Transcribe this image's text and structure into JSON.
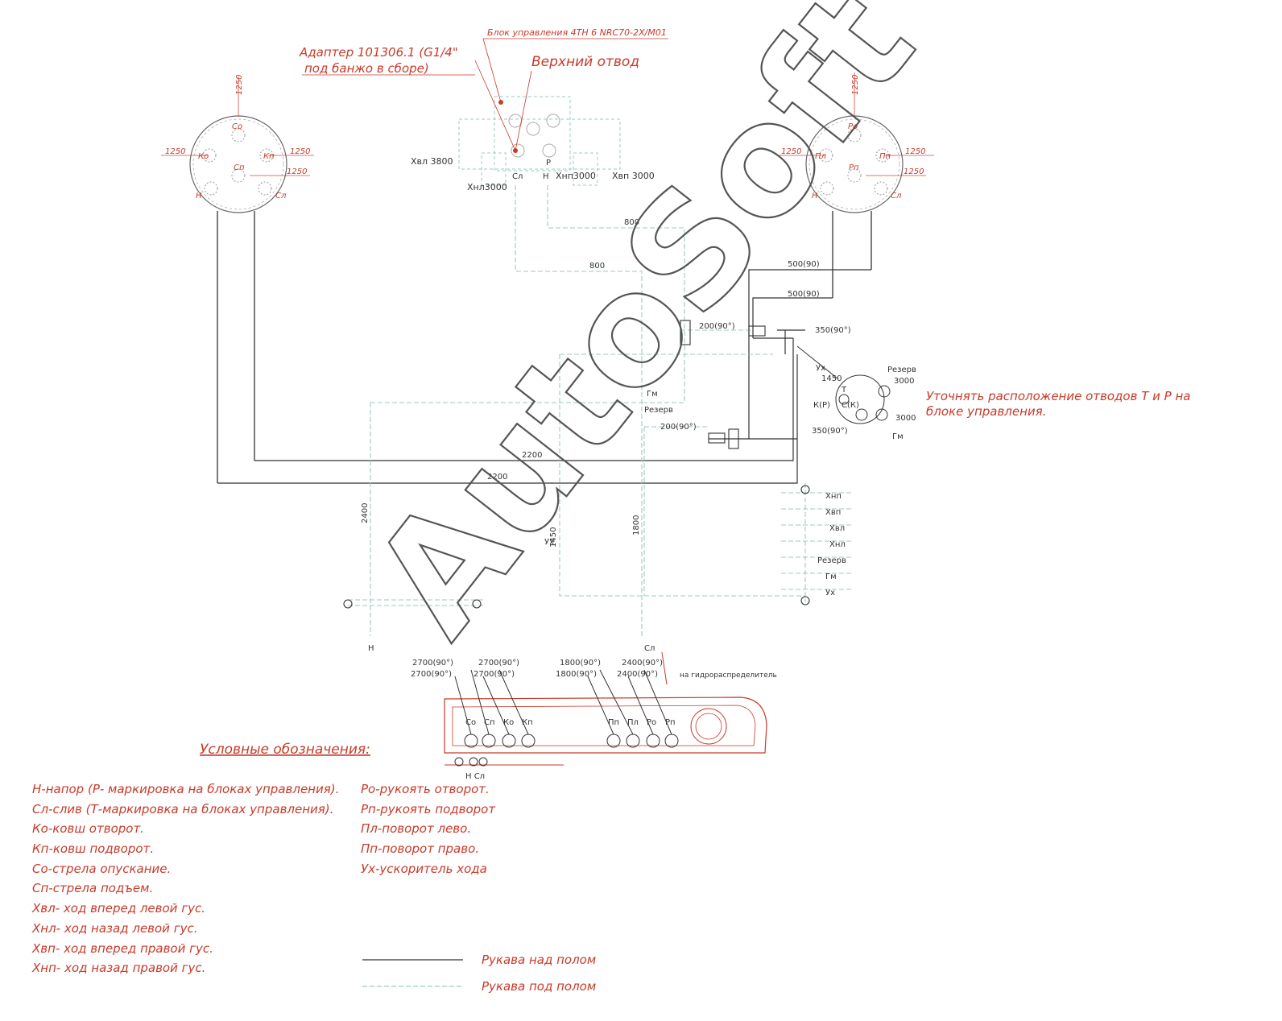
{
  "header": {
    "control_block": "Блок управления 4TH 6 NRC70-2X/M01",
    "adapter_line1": "Адаптер 101306.1 (G1/4\"",
    "adapter_line2": "под банжо в сборе)",
    "upper_outlet": "Верхний отвод"
  },
  "left_unit": {
    "top": "Со",
    "left": "Ко",
    "right": "Кп",
    "center": "Сп",
    "bottom_left": "Н",
    "bottom_right": "Сл",
    "d_top": "1250",
    "d_left": "1250",
    "d_right": "1250",
    "d_right2": "1250"
  },
  "right_unit": {
    "top": "Ро",
    "left": "Пл",
    "right": "Пп",
    "center": "Рп",
    "bottom_left": "Н",
    "bottom_right": "Сл",
    "d_top": "1250",
    "d_left": "1250",
    "d_right": "1250",
    "d_right2": "1250"
  },
  "center_block": {
    "hvl": "Хвл 3800",
    "hnl": "Хнл3000",
    "hnp": "Хнп3000",
    "hvp": "Хвп 3000",
    "sl": "Сл",
    "n": "Н",
    "p": "Р"
  },
  "dims": {
    "d800a": "800",
    "d800b": "800",
    "d500a": "500(90)",
    "d500b": "500(90)",
    "d200a": "200(90°)",
    "d200b": "200(90°)",
    "d350a": "350(90°)",
    "d350b": "350(90°)",
    "d2200a": "2200",
    "d2200b": "2200",
    "d2400": "2400",
    "d1450a": "1450",
    "d1450b": "1450",
    "d1800": "1800",
    "reserve": "Резерв",
    "reserve_len": "3000",
    "gm_len": "3000",
    "gm": "Гм",
    "uh": "Ух",
    "t": "Т",
    "kr": "К(Р)",
    "sk": "С(К)",
    "n_low": "Н",
    "sl_low": "Сл"
  },
  "note": {
    "line1": "Уточнять расположение отводов Т и Р на",
    "line2": "блоке управления."
  },
  "side_tags": [
    "Хнп",
    "Хвп",
    "Хвл",
    "Хнл",
    "Резерв",
    "Гм",
    "Ух"
  ],
  "distributor": {
    "caption": "на гидрораспределитель",
    "dims_top": [
      "2700(90°)",
      "2700(90°)",
      "1800(90°)",
      "2400(90°)"
    ],
    "dims_bottom": [
      "2700(90°)",
      "2700(90°)",
      "1800(90°)",
      "2400(90°)"
    ],
    "valve_labels": [
      "Со",
      "Сп",
      "Ко",
      "Кп",
      "Пп",
      "Пл",
      "Ро",
      "Рп"
    ],
    "port_label": "Н Сл"
  },
  "legend": {
    "title": "Условные обозначения:",
    "left": [
      "Н-напор (Р- маркировка на блоках управления).",
      "Сл-слив (Т-маркировка на блоках управления).",
      "Ко-ковш отворот.",
      "Кп-ковш подворот.",
      "Со-стрела опускание.",
      "Сп-стрела подъем.",
      "Хвл- ход вперед левой гус.",
      "Хнл- ход назад левой гус.",
      "Хвп- ход вперед правой гус.",
      "Хнп- ход назад правой гус."
    ],
    "right": [
      "Ро-рукоять отворот.",
      "Рп-рукоять подворот",
      "Пл-поворот лево.",
      "Пп-поворот право.",
      "Ух-ускоритель хода"
    ],
    "line_above": "Рукава над полом",
    "line_below": "Рукава под полом"
  },
  "watermark": "AutoSoft",
  "colors": {
    "text_red": "#c83a2a",
    "hose_above": "#333333",
    "hose_below": "#9fc9c4",
    "dim_red": "#d24a3a"
  }
}
